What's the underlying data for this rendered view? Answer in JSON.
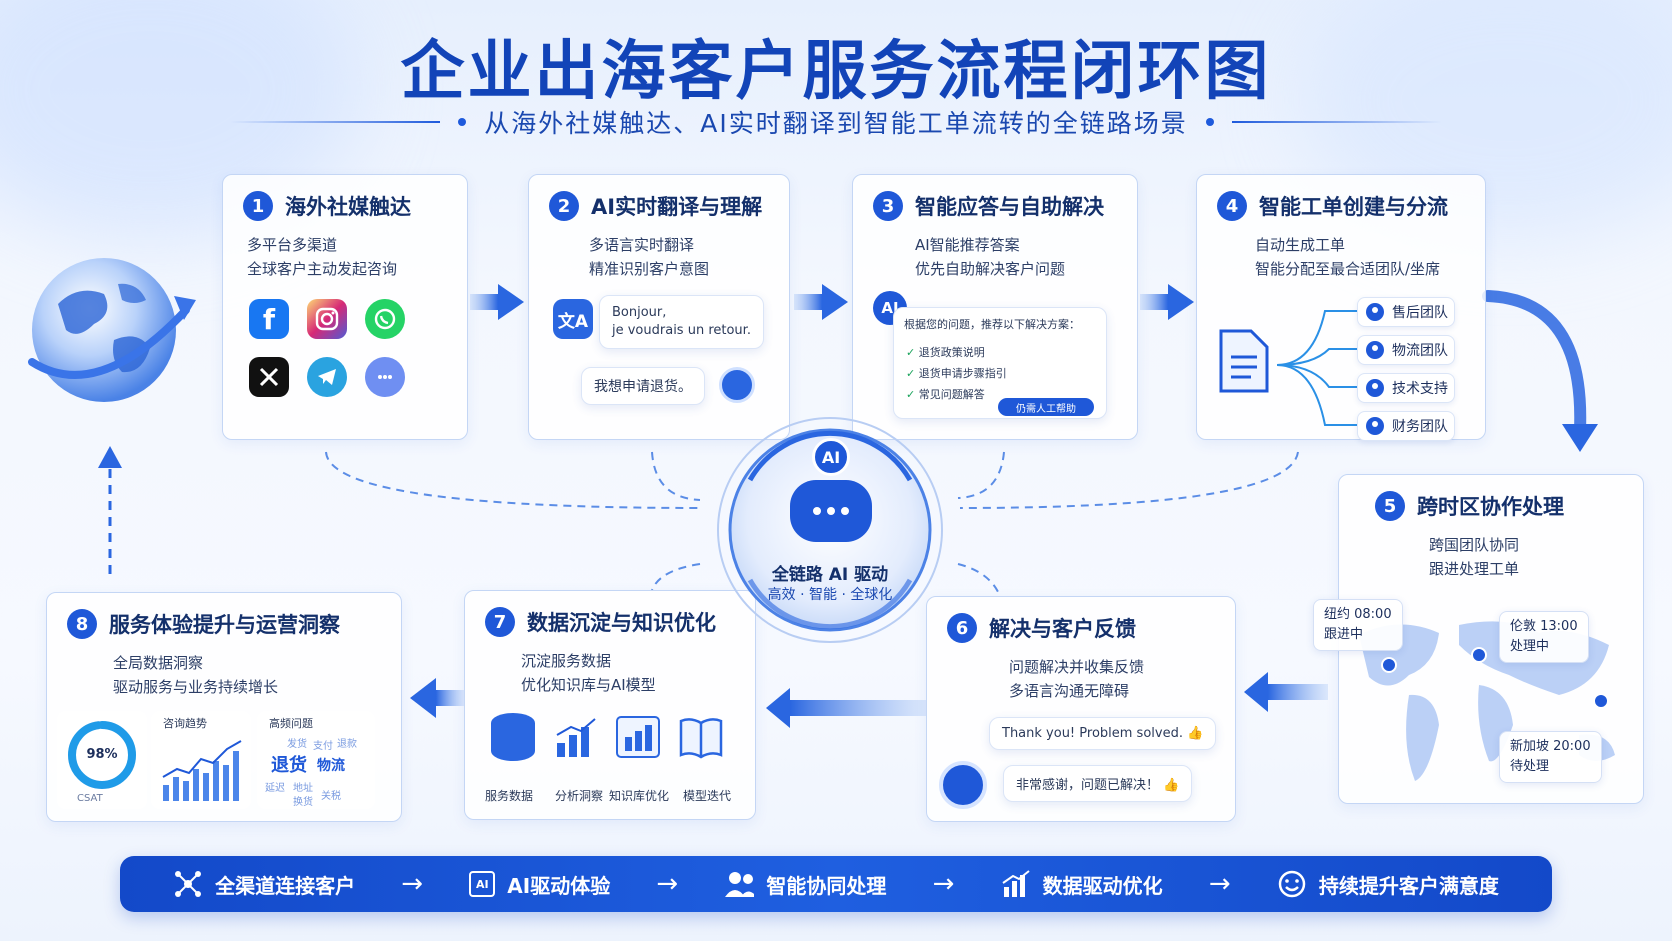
{
  "title": "企业出海客户服务流程闭环图",
  "subtitle": "从海外社媒触达、AI实时翻译到智能工单流转的全链路场景",
  "steps": [
    {
      "num": "1",
      "title": "海外社媒触达",
      "desc1": "多平台多渠道",
      "desc2": "全球客户主动发起咨询"
    },
    {
      "num": "2",
      "title": "AI实时翻译与理解",
      "desc1": "多语言实时翻译",
      "desc2": "精准识别客户意图",
      "bubble_fr1": "Bonjour,",
      "bubble_fr2": "je voudrais un retour.",
      "bubble_cn": "我想申请退货。"
    },
    {
      "num": "3",
      "title": "智能应答与自助解决",
      "desc1": "AI智能推荐答案",
      "desc2": "优先自助解决客户问题",
      "ai_badge": "AI",
      "panel_title": "根据您的问题，推荐以下解决方案：",
      "options": [
        "退货政策说明",
        "退货申请步骤指引",
        "常见问题解答"
      ],
      "handoff": "仍需人工帮助"
    },
    {
      "num": "4",
      "title": "智能工单创建与分流",
      "desc1": "自动生成工单",
      "desc2": "智能分配至最合适团队/坐席",
      "teams": [
        "售后团队",
        "物流团队",
        "技术支持",
        "财务团队"
      ]
    },
    {
      "num": "5",
      "title": "跨时区协作处理",
      "desc1": "跨国团队协同",
      "desc2": "跟进处理工单",
      "zones": [
        {
          "time": "纽约 08:00",
          "status": "跟进中"
        },
        {
          "time": "伦敦 13:00",
          "status": "处理中"
        },
        {
          "time": "新加坡 20:00",
          "status": "待处理"
        }
      ]
    },
    {
      "num": "6",
      "title": "解决与客户反馈",
      "desc1": "问题解决并收集反馈",
      "desc2": "多语言沟通无障碍",
      "bubble_en": "Thank you! Problem solved.",
      "bubble_cn": "非常感谢，问题已解决！"
    },
    {
      "num": "7",
      "title": "数据沉淀与知识优化",
      "desc1": "沉淀服务数据",
      "desc2": "优化知识库与AI模型",
      "icons": [
        "服务数据",
        "分析洞察",
        "知识库优化",
        "模型迭代"
      ]
    },
    {
      "num": "8",
      "title": "服务体验提升与运营洞察",
      "desc1": "全局数据洞察",
      "desc2": "驱动服务与业务持续增长",
      "gauge_value": "98%",
      "gauge_fraction": 0.98,
      "gauge_sub": "CSAT",
      "trend_label": "咨询趋势",
      "cloud_label": "高频问题",
      "cloud_words": [
        "退货",
        "物流",
        "发货",
        "退款",
        "支付",
        "延迟",
        "地址",
        "关税",
        "换货"
      ]
    }
  ],
  "center": {
    "badge": "AI",
    "line1": "全链路 AI 驱动",
    "line2": "高效 · 智能 · 全球化"
  },
  "footer": [
    "全渠道连接客户",
    "AI驱动体验",
    "智能协同处理",
    "数据驱动优化",
    "持续提升客户满意度"
  ],
  "arrow_glyph": "→",
  "colors": {
    "primary": "#1f58d8",
    "title": "#1244b8",
    "facebook": "#1877f2",
    "whatsapp": "#25d366",
    "telegram": "#2aa3e0"
  }
}
